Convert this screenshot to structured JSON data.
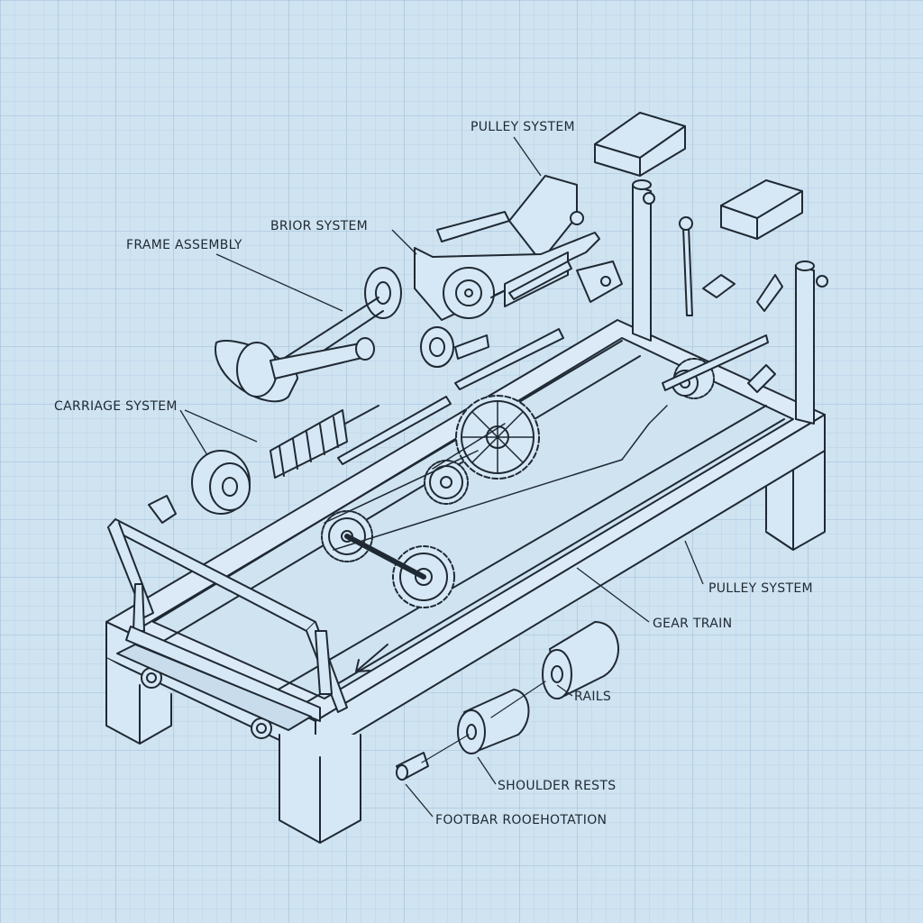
{
  "colors": {
    "background": "#cfe3f1",
    "grid_minor": "#b3cde2",
    "grid_major": "#9fbdd6",
    "ink": "#1f2933",
    "fill": "#d6e8f5"
  },
  "callouts": {
    "pulley_system_top": "PULLEY SYSTEM",
    "brake_system": "BRIOR SYSTEM",
    "frame_assembly": "FRAME ASSEMBLY",
    "carriage_system": "CARRIAGE SYSTEM",
    "pulley_system_right": "PULLEY SYSTEM",
    "gear_train": "GEAR TRAIN",
    "rails": "RAILS",
    "shoulder_rests": "SHOULDER RESTS",
    "footbar": "FOOTBAR ROOEHOTATION"
  }
}
